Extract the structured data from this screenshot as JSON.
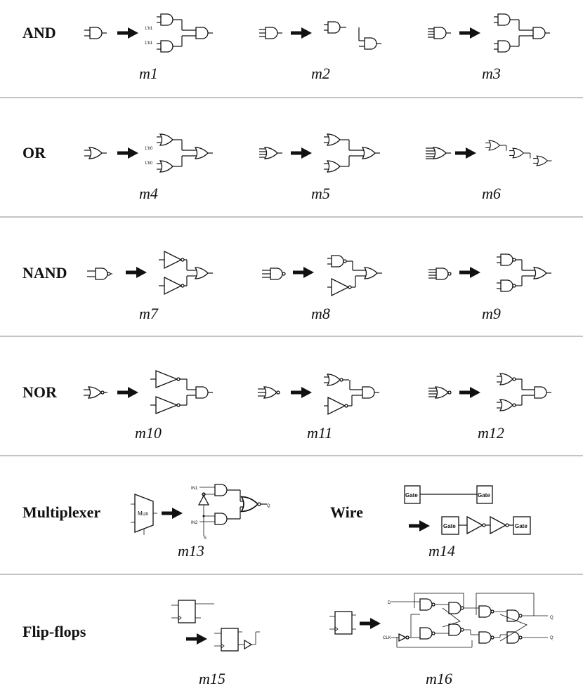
{
  "rows": [
    {
      "label": "AND",
      "captions": [
        "m1",
        "m2",
        "m3"
      ]
    },
    {
      "label": "OR",
      "captions": [
        "m4",
        "m5",
        "m6"
      ]
    },
    {
      "label": "NAND",
      "captions": [
        "m7",
        "m8",
        "m9"
      ]
    },
    {
      "label": "NOR",
      "captions": [
        "m10",
        "m11",
        "m12"
      ]
    }
  ],
  "mux_row": {
    "label": "Multiplexer",
    "caption": "m13",
    "mux_text": "Mux",
    "in1": "IN1",
    "in2": "IN2",
    "sel": "S",
    "out": "Q"
  },
  "wire_row": {
    "label": "Wire",
    "caption": "m14",
    "gate_text": "Gate"
  },
  "ff_row": {
    "label": "Flip-flops",
    "caption_a": "m15",
    "caption_b": "m16",
    "d": "D",
    "clk": "CLK",
    "q": "Q",
    "qbar": "Q"
  },
  "constants": {
    "one": "1'b1",
    "zero": "1'b0"
  }
}
